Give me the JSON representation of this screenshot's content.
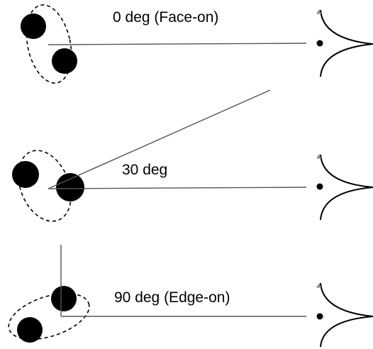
{
  "panels": [
    {
      "label": "0 deg (Face-on)"
    },
    {
      "label": "30 deg"
    },
    {
      "label": "90 deg (Edge-on)"
    }
  ],
  "colors": {
    "ink": "#000000",
    "line": "#555555",
    "lash": "#888888",
    "background": "#ffffff"
  },
  "icons": [
    "binary-star",
    "dashed-orbit",
    "line-of-sight",
    "eye-icon"
  ]
}
